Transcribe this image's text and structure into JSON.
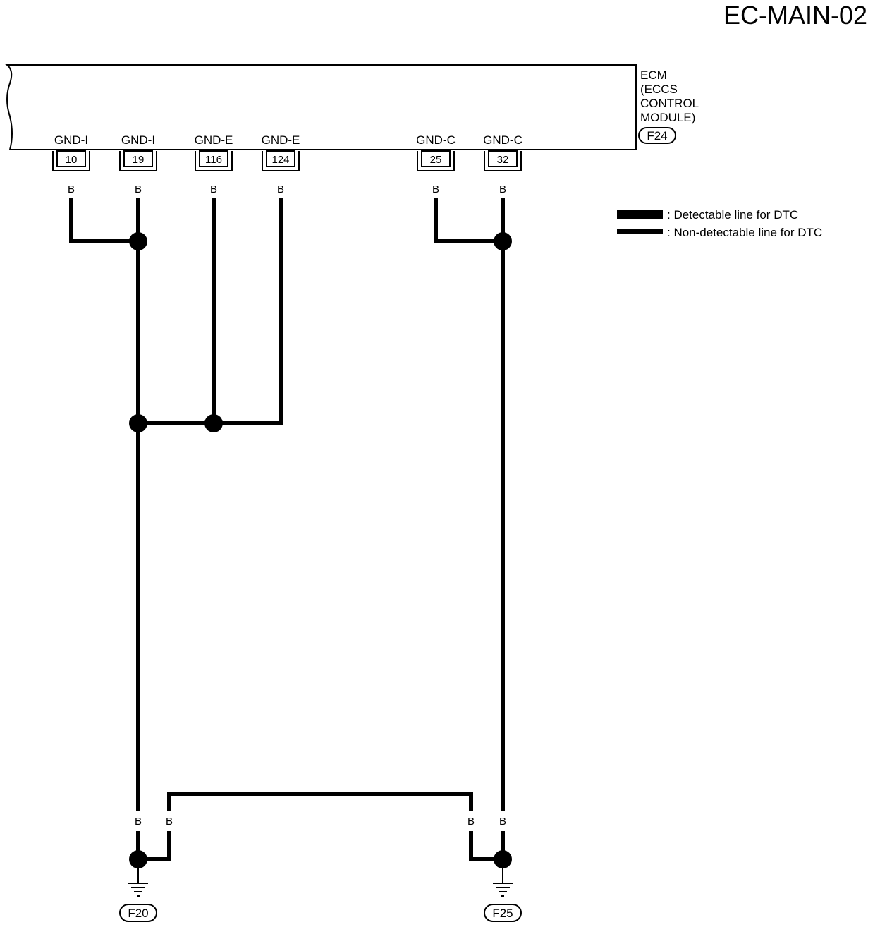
{
  "title": "EC-MAIN-02",
  "ecm": {
    "lines": [
      "ECM",
      "(ECCS",
      "CONTROL",
      "MODULE)"
    ],
    "connector": "F24"
  },
  "terminals": [
    {
      "name": "GND-I",
      "pin": "10",
      "wire": "B"
    },
    {
      "name": "GND-I",
      "pin": "19",
      "wire": "B"
    },
    {
      "name": "GND-E",
      "pin": "116",
      "wire": "B"
    },
    {
      "name": "GND-E",
      "pin": "124",
      "wire": "B"
    },
    {
      "name": "GND-C",
      "pin": "25",
      "wire": "B"
    },
    {
      "name": "GND-C",
      "pin": "32",
      "wire": "B"
    }
  ],
  "grounds": [
    {
      "id": "F20",
      "wire_labels": [
        "B",
        "B"
      ]
    },
    {
      "id": "F25",
      "wire_labels": [
        "B",
        "B"
      ]
    }
  ],
  "legend": [
    {
      "style": "detectable",
      "text": ": Detectable line for DTC"
    },
    {
      "style": "non-detectable",
      "text": ": Non-detectable line for DTC"
    }
  ]
}
